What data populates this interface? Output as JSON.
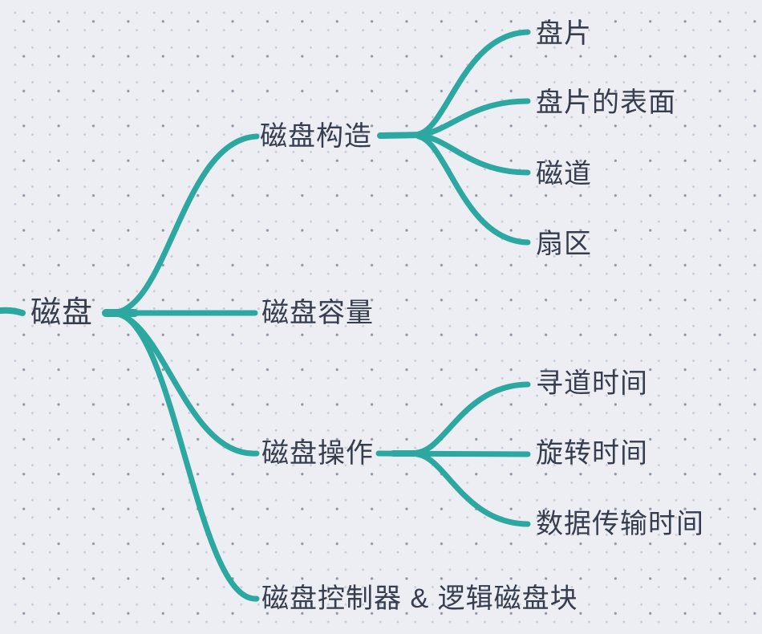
{
  "canvas": {
    "background_color": "#ECEEF4",
    "dot_color_dark": "#8E96A3",
    "dot_color_light": "#C6CBD5",
    "connector_color": "#2CA8A1",
    "text_color": "#363D4C"
  },
  "mindmap": {
    "root": {
      "label": "磁盘"
    },
    "branches": [
      {
        "label": "磁盘构造",
        "children": [
          {
            "label": "盘片"
          },
          {
            "label": "盘片的表面"
          },
          {
            "label": "磁道"
          },
          {
            "label": "扇区"
          }
        ]
      },
      {
        "label": "磁盘容量",
        "children": []
      },
      {
        "label": "磁盘操作",
        "children": [
          {
            "label": "寻道时间"
          },
          {
            "label": "旋转时间"
          },
          {
            "label": "数据传输时间"
          }
        ]
      },
      {
        "label": "磁盘控制器 & 逻辑磁盘块",
        "children": []
      }
    ]
  }
}
